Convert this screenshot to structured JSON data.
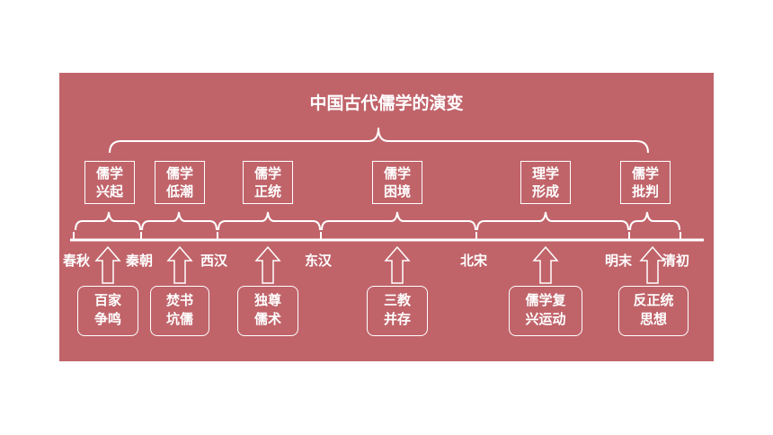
{
  "title": "中国古代儒学的演变",
  "stages": [
    {
      "line1": "儒学",
      "line2": "兴起"
    },
    {
      "line1": "儒学",
      "line2": "低潮"
    },
    {
      "line1": "儒学",
      "line2": "正统"
    },
    {
      "line1": "儒学",
      "line2": "困境"
    },
    {
      "line1": "理学",
      "line2": "形成"
    },
    {
      "line1": "儒学",
      "line2": "批判"
    }
  ],
  "eras": [
    "春秋",
    "秦朝",
    "西汉",
    "东汉",
    "北宋",
    "明末",
    "清初"
  ],
  "events": [
    {
      "line1": "百家",
      "line2": "争鸣"
    },
    {
      "line1": "焚书",
      "line2": "坑儒"
    },
    {
      "line1": "独尊",
      "line2": "儒术"
    },
    {
      "line1": "三教",
      "line2": "并存"
    },
    {
      "line1": "儒学复",
      "line2": "兴运动"
    },
    {
      "line1": "反正统",
      "line2": "思想"
    }
  ],
  "colors": {
    "panel": "#c0646a",
    "foreground": "#ffffff"
  }
}
